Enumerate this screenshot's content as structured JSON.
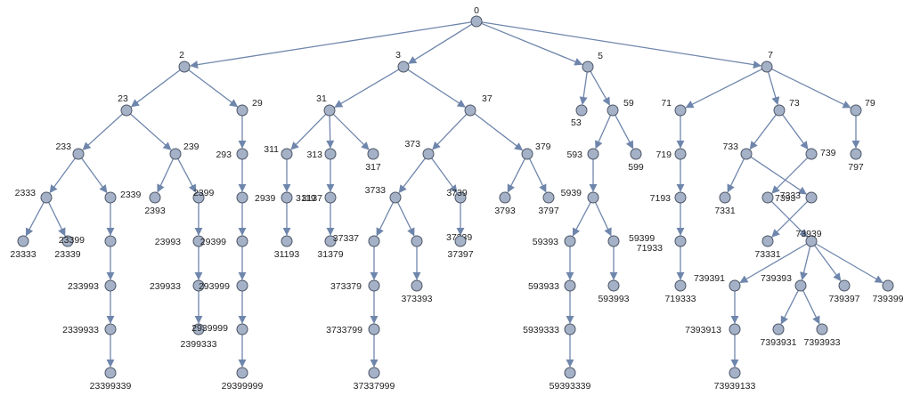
{
  "diagram": {
    "type": "tree",
    "colors": {
      "node_fill": "#a4b1c6",
      "node_stroke": "#4c5566",
      "edge": "#6f86ac",
      "text": "#222222"
    },
    "nodes": [
      {
        "id": "0",
        "label": "0"
      },
      {
        "id": "2",
        "label": "2",
        "parent": "0"
      },
      {
        "id": "3",
        "label": "3",
        "parent": "0"
      },
      {
        "id": "5",
        "label": "5",
        "parent": "0"
      },
      {
        "id": "7",
        "label": "7",
        "parent": "0"
      },
      {
        "id": "23",
        "label": "23",
        "parent": "2"
      },
      {
        "id": "29",
        "label": "29",
        "parent": "2"
      },
      {
        "id": "31",
        "label": "31",
        "parent": "3"
      },
      {
        "id": "37",
        "label": "37",
        "parent": "3"
      },
      {
        "id": "53",
        "label": "53",
        "parent": "5"
      },
      {
        "id": "59",
        "label": "59",
        "parent": "5"
      },
      {
        "id": "71",
        "label": "71",
        "parent": "7"
      },
      {
        "id": "73",
        "label": "73",
        "parent": "7"
      },
      {
        "id": "79",
        "label": "79",
        "parent": "7"
      },
      {
        "id": "233",
        "label": "233",
        "parent": "23"
      },
      {
        "id": "239",
        "label": "239",
        "parent": "23"
      },
      {
        "id": "293",
        "label": "293",
        "parent": "29"
      },
      {
        "id": "311",
        "label": "311",
        "parent": "31"
      },
      {
        "id": "313",
        "label": "313",
        "parent": "31"
      },
      {
        "id": "317",
        "label": "317",
        "parent": "31"
      },
      {
        "id": "373",
        "label": "373",
        "parent": "37"
      },
      {
        "id": "379",
        "label": "379",
        "parent": "37"
      },
      {
        "id": "593",
        "label": "593",
        "parent": "59"
      },
      {
        "id": "599",
        "label": "599",
        "parent": "59"
      },
      {
        "id": "719",
        "label": "719",
        "parent": "71"
      },
      {
        "id": "733",
        "label": "733",
        "parent": "73"
      },
      {
        "id": "739",
        "label": "739",
        "parent": "73"
      },
      {
        "id": "797",
        "label": "797",
        "parent": "79"
      },
      {
        "id": "2333",
        "label": "2333",
        "parent": "233"
      },
      {
        "id": "2339",
        "label": "2339",
        "parent": "233"
      },
      {
        "id": "2393",
        "label": "2393",
        "parent": "239"
      },
      {
        "id": "2399",
        "label": "2399",
        "parent": "239"
      },
      {
        "id": "2939",
        "label": "2939",
        "parent": "293"
      },
      {
        "id": "3119",
        "label": "3119",
        "parent": "311"
      },
      {
        "id": "3137",
        "label": "3137",
        "parent": "313"
      },
      {
        "id": "3733",
        "label": "3733",
        "parent": "373"
      },
      {
        "id": "3739",
        "label": "3739",
        "parent": "373"
      },
      {
        "id": "3793",
        "label": "3793",
        "parent": "379"
      },
      {
        "id": "3797",
        "label": "3797",
        "parent": "379"
      },
      {
        "id": "5939",
        "label": "5939",
        "parent": "593"
      },
      {
        "id": "7193",
        "label": "7193",
        "parent": "719"
      },
      {
        "id": "7331",
        "label": "7331",
        "parent": "733"
      },
      {
        "id": "7393",
        "label": "7393",
        "parent": "739"
      },
      {
        "id": "7333",
        "label": "7333",
        "parent": "733"
      },
      {
        "id": "23333",
        "label": "23333",
        "parent": "2333"
      },
      {
        "id": "23339",
        "label": "23339",
        "parent": "2333"
      },
      {
        "id": "23399",
        "label": "23399",
        "parent": "2339"
      },
      {
        "id": "23993",
        "label": "23993",
        "parent": "2399"
      },
      {
        "id": "29399",
        "label": "29399",
        "parent": "2939"
      },
      {
        "id": "31193",
        "label": "31193",
        "parent": "3119"
      },
      {
        "id": "31379",
        "label": "31379",
        "parent": "3137"
      },
      {
        "id": "37337",
        "label": "37337",
        "parent": "3733"
      },
      {
        "id": "37339",
        "label": "37339",
        "parent": "3733"
      },
      {
        "id": "37397",
        "label": "37397",
        "parent": "3739"
      },
      {
        "id": "59393",
        "label": "59393",
        "parent": "5939"
      },
      {
        "id": "59399",
        "label": "59399",
        "parent": "5939"
      },
      {
        "id": "71933",
        "label": "71933",
        "parent": "7193"
      },
      {
        "id": "73331",
        "label": "73331",
        "parent": "7333"
      },
      {
        "id": "73939",
        "label": "73939",
        "parent": "7393"
      },
      {
        "id": "233993",
        "label": "233993",
        "parent": "23399"
      },
      {
        "id": "239933",
        "label": "239933",
        "parent": "23993"
      },
      {
        "id": "293999",
        "label": "293999",
        "parent": "29399"
      },
      {
        "id": "373379",
        "label": "373379",
        "parent": "37337"
      },
      {
        "id": "373393",
        "label": "373393",
        "parent": "37339"
      },
      {
        "id": "593933",
        "label": "593933",
        "parent": "59393"
      },
      {
        "id": "593993",
        "label": "593993",
        "parent": "59399"
      },
      {
        "id": "719333",
        "label": "719333",
        "parent": "71933"
      },
      {
        "id": "739391",
        "label": "739391",
        "parent": "73939"
      },
      {
        "id": "739393",
        "label": "739393",
        "parent": "73939"
      },
      {
        "id": "739397",
        "label": "739397",
        "parent": "73939"
      },
      {
        "id": "739399",
        "label": "739399",
        "parent": "73939"
      },
      {
        "id": "2339933",
        "label": "2339933",
        "parent": "233993"
      },
      {
        "id": "2399333",
        "label": "2399333",
        "parent": "239933"
      },
      {
        "id": "2939999",
        "label": "2939999",
        "parent": "293999"
      },
      {
        "id": "3733799",
        "label": "3733799",
        "parent": "373379"
      },
      {
        "id": "5939333",
        "label": "5939333",
        "parent": "593933"
      },
      {
        "id": "7393913",
        "label": "7393913",
        "parent": "739391"
      },
      {
        "id": "7393931",
        "label": "7393931",
        "parent": "739393"
      },
      {
        "id": "7393933",
        "label": "7393933",
        "parent": "739393"
      },
      {
        "id": "23399339",
        "label": "23399339",
        "parent": "2339933"
      },
      {
        "id": "29399999",
        "label": "29399999",
        "parent": "2939999"
      },
      {
        "id": "37337999",
        "label": "37337999",
        "parent": "3733799"
      },
      {
        "id": "59393339",
        "label": "59393339",
        "parent": "5939333"
      },
      {
        "id": "73939133",
        "label": "73939133",
        "parent": "7393913"
      }
    ]
  }
}
